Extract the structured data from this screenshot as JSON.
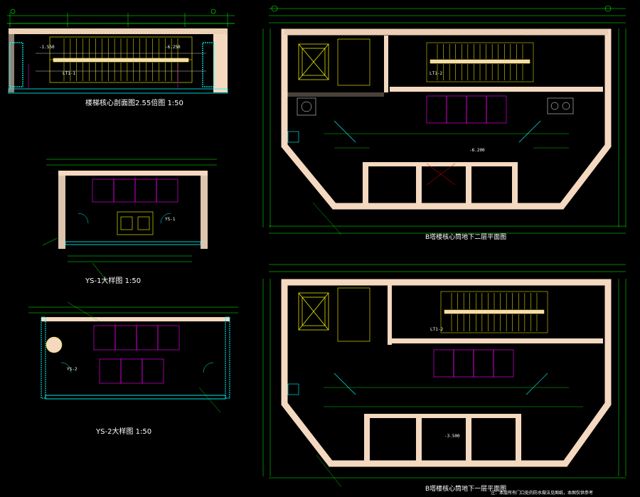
{
  "titles": {
    "stair_elevation": "楼梯核心剖面图2.55倍图 1:50",
    "ys1": "YS-1大样图 1:50",
    "ys2": "YS-2大样图 1:50",
    "core_upper": "B塔楼核心筒地下二层平面图",
    "core_lower": "B塔楼核心筒地下一层平面图"
  },
  "labels": {
    "ys_marker": "YS-1",
    "ys2_marker": "YS-2",
    "room_lt1": "LT1-1",
    "room_lt2": "LT1-2",
    "lift": "LT1-2",
    "f1": "-1.550",
    "f2": "-6.250",
    "f3": "-6.200",
    "f4": "-3.500"
  },
  "footnote": "注：本层所有门口处的防水做法见图纸，本图仅供参考",
  "colors": {
    "background": "#000000",
    "wall_fill": "#f4d9c0",
    "dimension": "#00ff00",
    "wall_line": "#ffff00",
    "grid": "#ff00ff",
    "accent": "#00ffff",
    "text": "#ffffff"
  }
}
